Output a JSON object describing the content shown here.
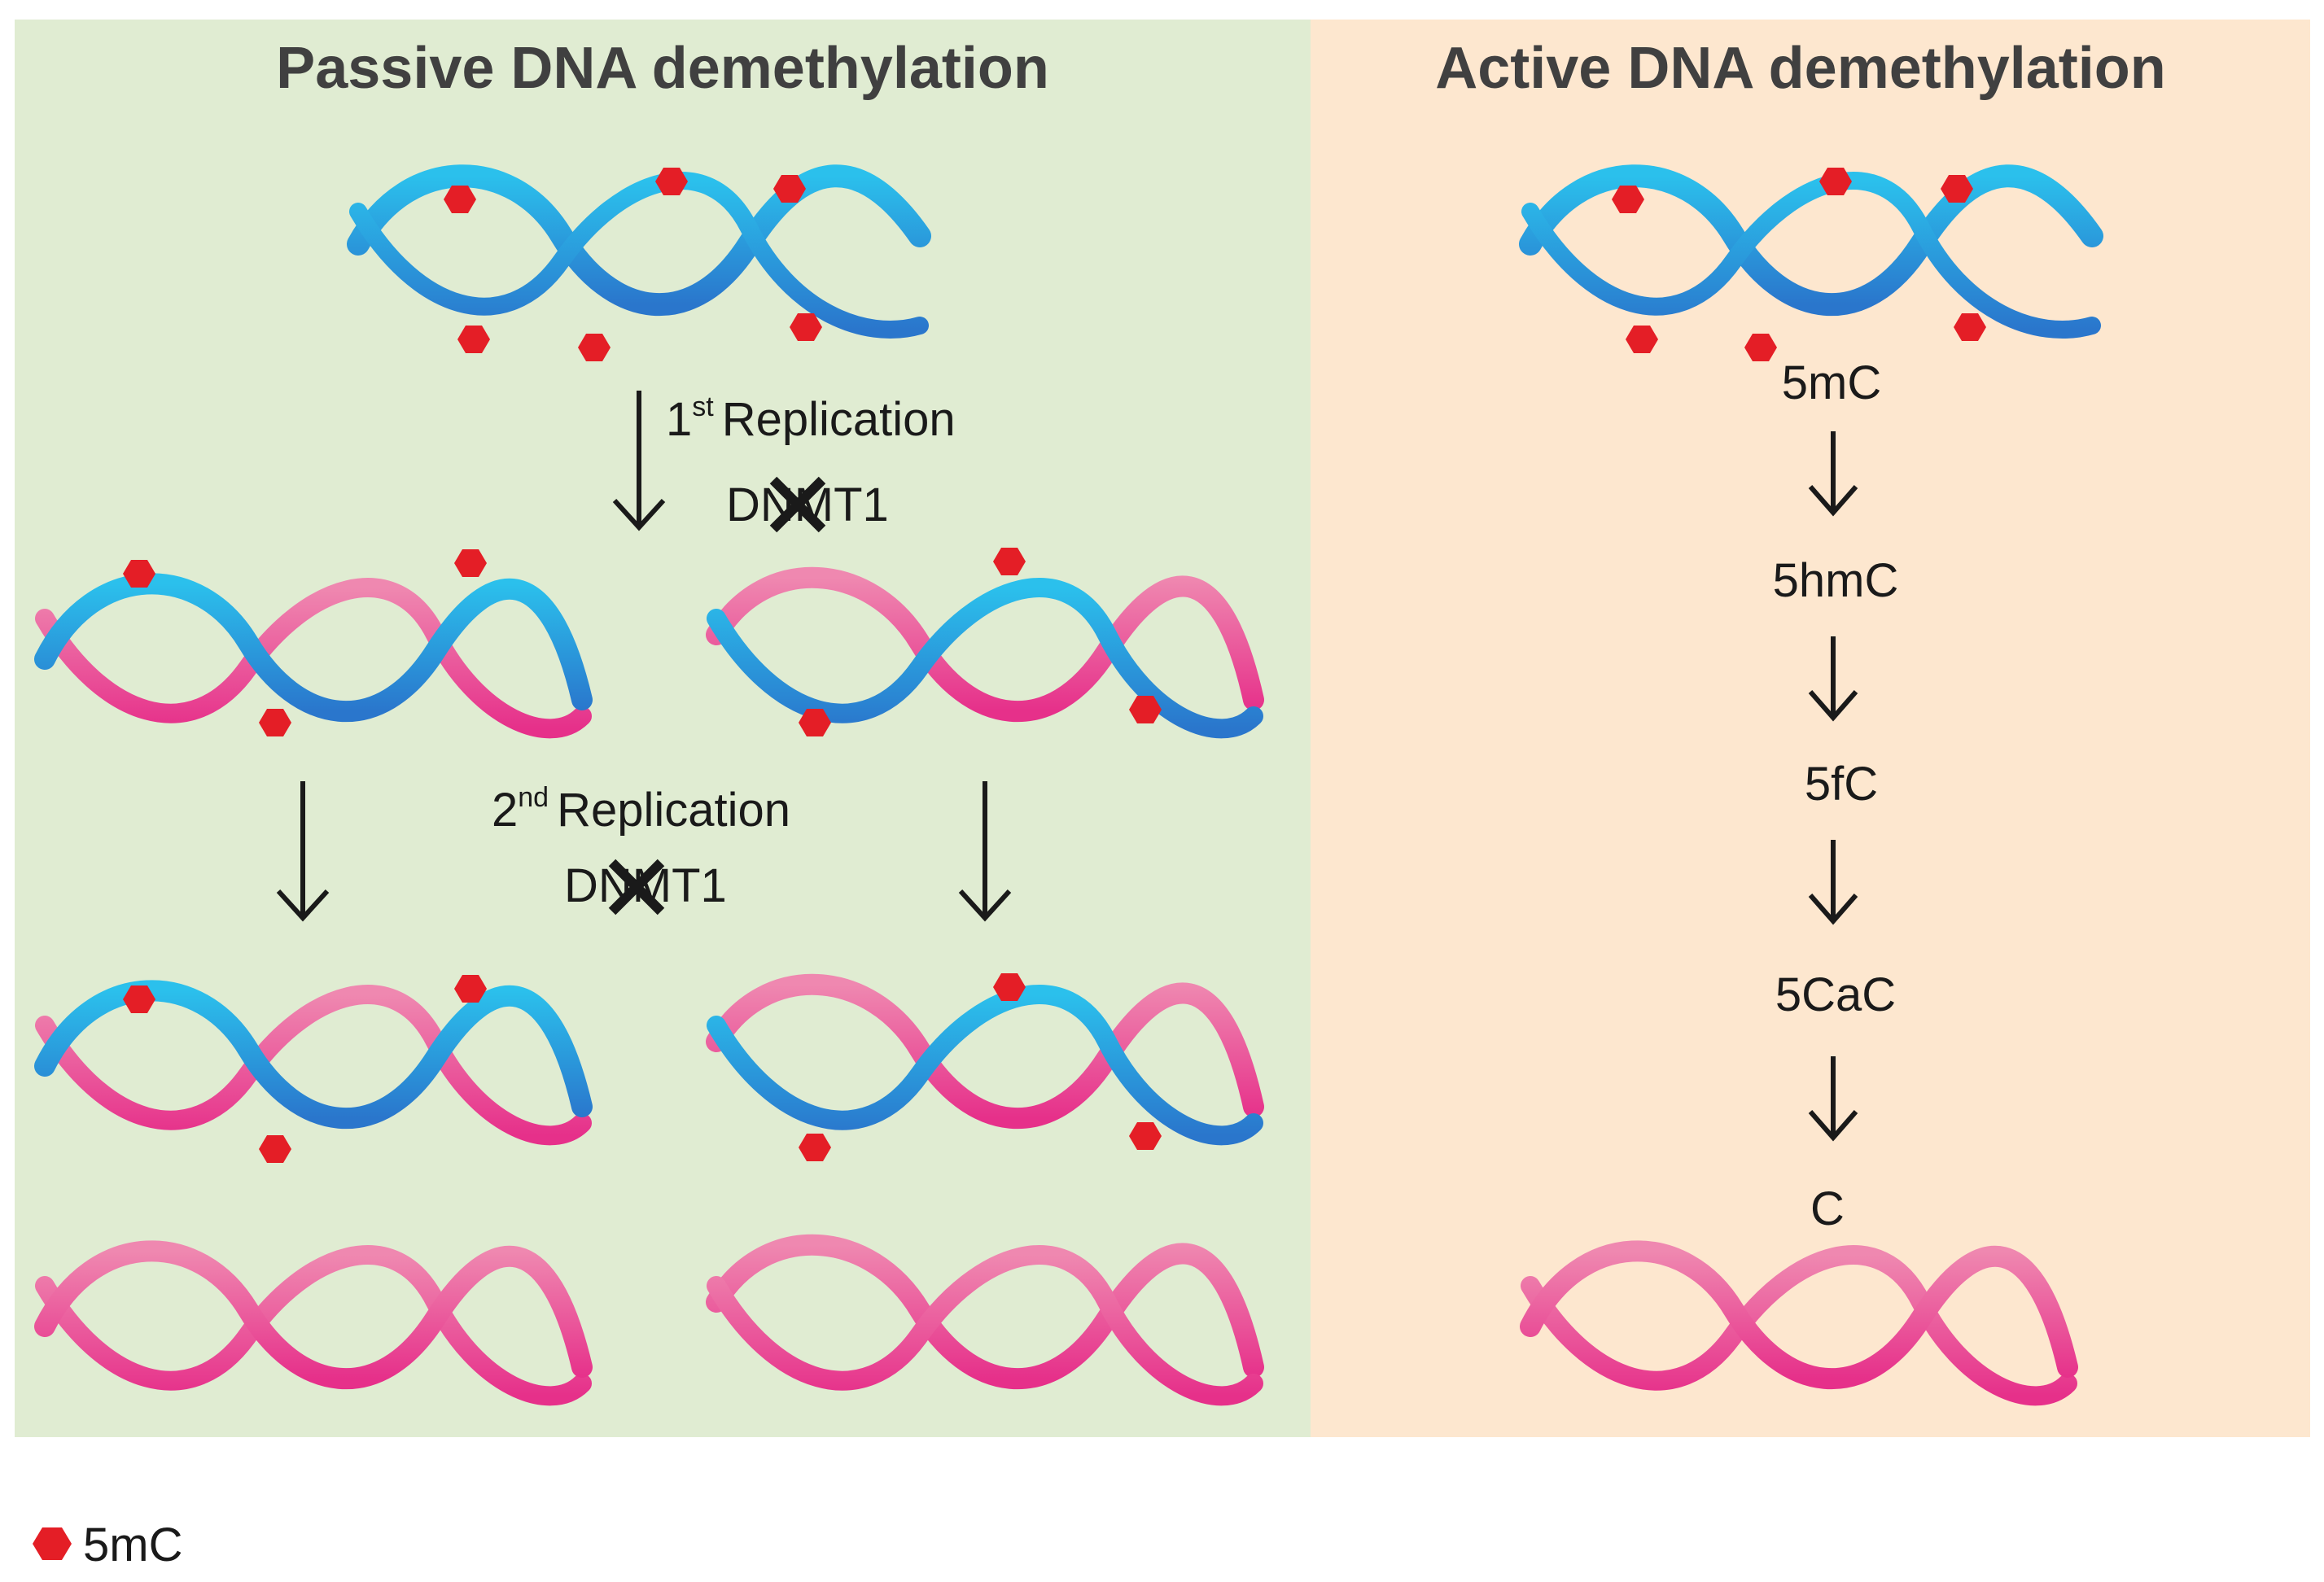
{
  "panels": {
    "passive": {
      "title": "Passive DNA demethylation",
      "bg": "#e0ecd2"
    },
    "active": {
      "title": "Active DNA demethylation",
      "bg": "#fde7cf"
    }
  },
  "replication": {
    "first": {
      "ordinal": "1",
      "suffix": "st",
      "label": "Replication",
      "enzyme": "DNMT1"
    },
    "second": {
      "ordinal": "2",
      "suffix": "nd",
      "label": "Replication",
      "enzyme": "DNMT1"
    }
  },
  "active_steps": [
    "5mC",
    "5hmC",
    "5fC",
    "5CaC",
    "C"
  ],
  "legend": {
    "marker": "5mC"
  },
  "colors": {
    "methylated_strand": "#2bb8e6",
    "methylated_strand_dark": "#2a7fcf",
    "unmethylated_strand": "#ee7aa6",
    "unmethylated_strand_dark": "#e5338a",
    "mark": "#e41e26",
    "arrow": "#1a1a1a"
  }
}
